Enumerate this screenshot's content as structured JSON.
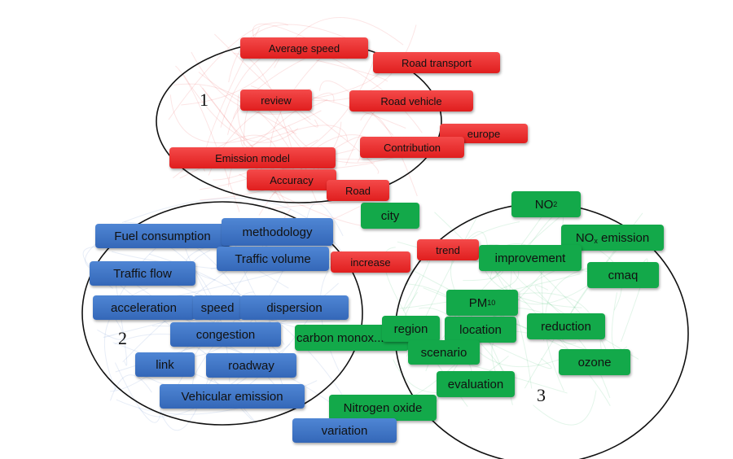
{
  "clusters": [
    {
      "number": "1",
      "color": "#e82a2a",
      "keywords": [
        "Average speed",
        "Road transport",
        "review",
        "Road vehicle",
        "europe",
        "Contribution",
        "Emission model",
        "Accuracy",
        "Road",
        "increase",
        "trend"
      ]
    },
    {
      "number": "2",
      "color": "#3b6fc0",
      "keywords": [
        "Fuel consumption",
        "methodology",
        "Traffic volume",
        "Traffic flow",
        "acceleration",
        "speed",
        "dispersion",
        "congestion",
        "link",
        "roadway",
        "Vehicular emission",
        "variation"
      ]
    },
    {
      "number": "3",
      "color": "#13a94a",
      "keywords": [
        "city",
        "NO",
        "NO emission",
        "improvement",
        "cmaq",
        "PM",
        "region",
        "location",
        "reduction",
        "carbon monox...",
        "scenario",
        "ozone",
        "evaluation",
        "Nitrogen oxide"
      ]
    }
  ],
  "subscripts": {
    "no2": "2",
    "nox": "x",
    "pm10": "10"
  }
}
